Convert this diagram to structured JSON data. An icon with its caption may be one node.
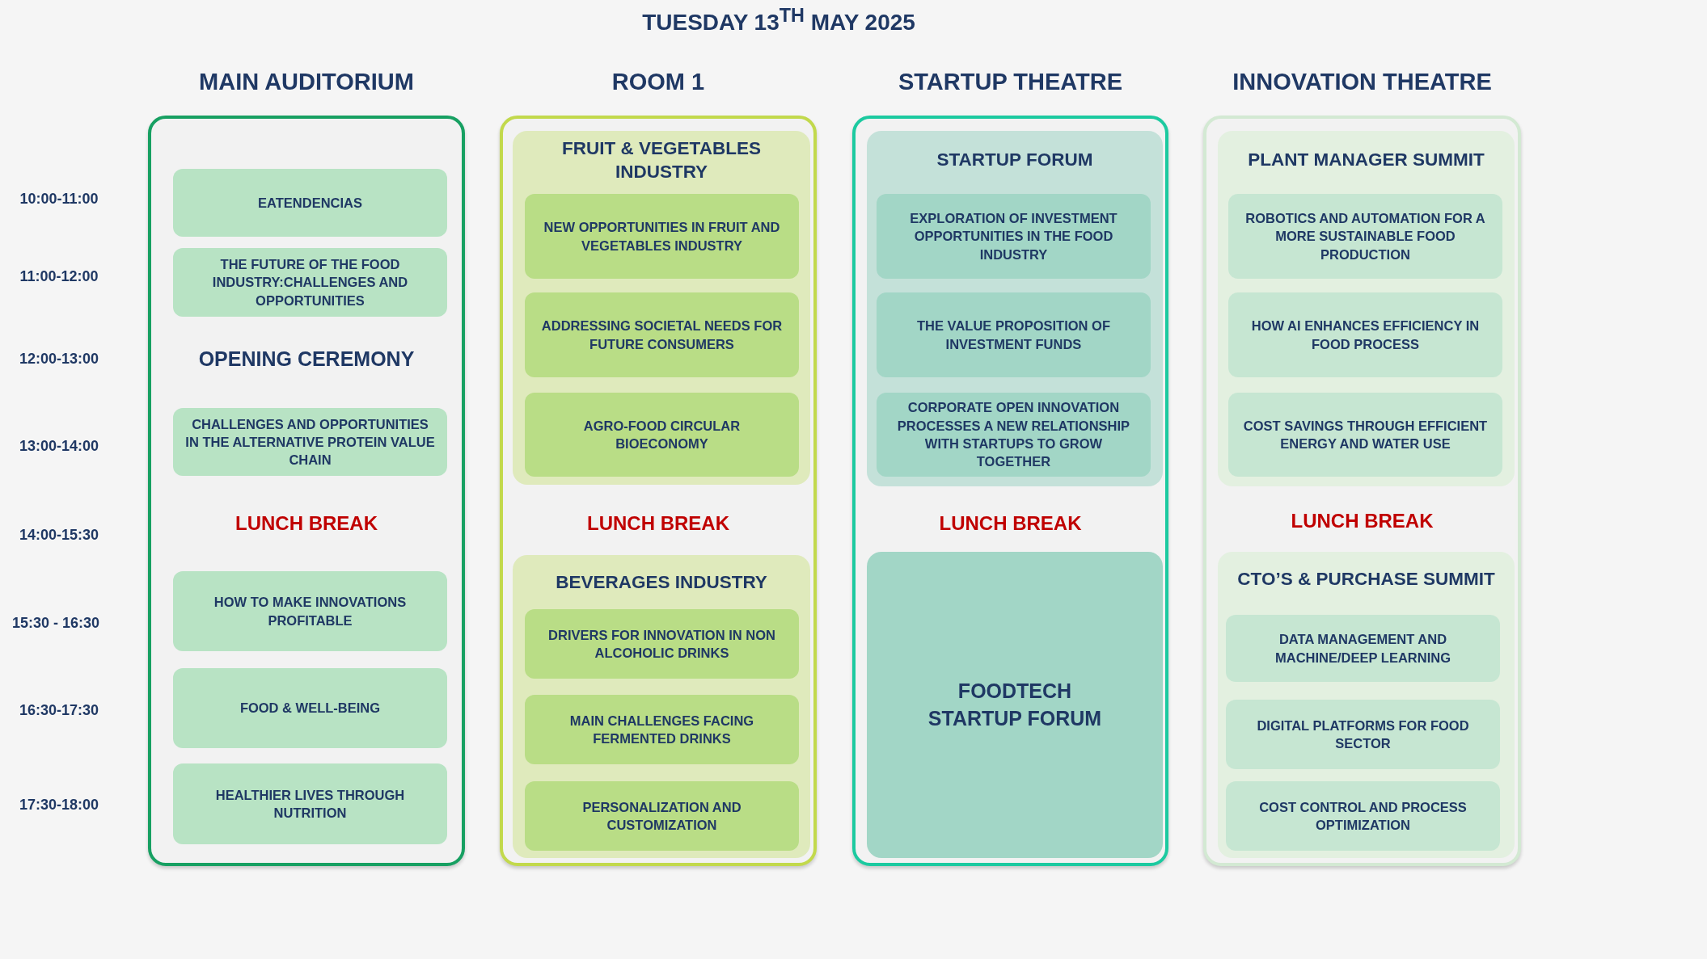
{
  "diagram": {
    "title": "TUESDAY 13$^{TH}$ MAY 2025",
    "nodes": [
      {
        "text": [
          "MAIN AUDITORIUM",
          "OPENING CEREMONY",
          "LUNCH BREAK"
        ]
      },
      {
        "text": [
          "EATENDENCIAS"
        ],
        "in": 0
      },
      {
        "text": [
          "THE FUTURE OF THE FOOD INDUSTRY:CHALLENGES AND OPPORTUNITIES"
        ],
        "in": 0
      },
      {
        "text": [
          "CHALLENGES AND OPPORTUNITIES IN THE ALTERNATIVE PROTEIN VALUE CHAIN"
        ],
        "in": 0
      },
      {
        "text": [
          "HOW TO MAKE INNOVATIONS PROFITABLE"
        ],
        "in": 0
      },
      {
        "text": [
          "FOOD & WELL-BEING"
        ],
        "in": 0
      },
      {
        "text": [
          "HEALTHIER LIVES THROUGH NUTRITION"
        ],
        "in": 0
      },
      {
        "text": [
          "ROOM 1",
          "LUNCH BREAK"
        ]
      },
      {
        "text": [
          "FRUIT & VEGETABLES INDUSTRY"
        ],
        "in": 7
      },
      {
        "text": [
          "NEW OPPORTUNITIES IN FRUIT AND VEGETABLES INDUSTRY"
        ],
        "in": 8
      },
      {
        "text": [
          "ADDRESSING SOCIETAL NEEDS FOR FUTURE CONSUMERS"
        ],
        "in": 8
      },
      {
        "text": [
          "AGRO-FOOD CIRCULAR BIOECONOMY"
        ],
        "in": 8
      },
      {
        "text": [
          "BEVERAGES INDUSTRY"
        ],
        "in": 7
      },
      {
        "text": [
          "DRIVERS FOR INNOVATION IN NON ALCOHOLIC DRINKS"
        ],
        "in": 12
      },
      {
        "text": [
          "MAIN CHALLENGES FACING FERMENTED DRINKS"
        ],
        "in": 12
      },
      {
        "text": [
          "PERSONALIZATION AND CUSTOMIZATION"
        ],
        "in": 12
      },
      {
        "text": [
          "STARTUP THEATRE",
          "LUNCH BREAK"
        ]
      },
      {
        "text": [
          "STARTUP FORUM"
        ],
        "in": 16
      },
      {
        "text": [
          "EXPLORATION OF INVESTMENT OPPORTUNITIES IN THE FOOD INDUSTRY"
        ],
        "in": 17
      },
      {
        "text": [
          "THE VALUE PROPOSITION OF INVESTMENT FUNDS"
        ],
        "in": 17
      },
      {
        "text": [
          "CORPORATE OPEN INNOVATION PROCESSES A NEW RELATIONSHIP WITH STARTUPS TO GROW TOGETHER"
        ],
        "in": 17
      },
      {
        "text": [
          "FOODTECH STARTUP FORUM"
        ],
        "in": 16
      },
      {
        "text": [
          "INNOVATION THEATRE",
          "LUNCH BREAK"
        ]
      },
      {
        "text": [
          "PLANT MANAGER SUMMIT"
        ],
        "in": 22
      },
      {
        "text": [
          "ROBOTICS AND AUTOMATION FOR A MORE SUSTAINABLE FOOD PRODUCTION"
        ],
        "in": 23
      },
      {
        "text": [
          "HOW AI ENHANCES EFFICIENCY IN FOOD PROCESS"
        ],
        "in": 23
      },
      {
        "text": [
          "COST SAVINGS THROUGH EFFICIENT ENERGY AND WATER USE"
        ],
        "in": 23
      },
      {
        "text": [
          "CTO’S & PURCHASE SUMMIT"
        ],
        "in": 22
      },
      {
        "text": [
          "DATA MANAGEMENT AND MACHINE/DEEP LEARNING"
        ],
        "in": 27
      },
      {
        "text": [
          "DIGITAL PLATFORMS FOR FOOD SECTOR"
        ],
        "in": 27
      },
      {
        "text": [
          "COST CONTROL AND PROCESS OPTIMIZATION"
        ],
        "in": 27
      }
    ],
    "labels": [
      "10:00-11:00",
      "11:00-12:00",
      "12:00-13:00",
      "13:00-14:00",
      "14:00-15:30",
      "15:30 - 16:30",
      "16:30-17:30",
      "17:30-18:00"
    ]
  }
}
